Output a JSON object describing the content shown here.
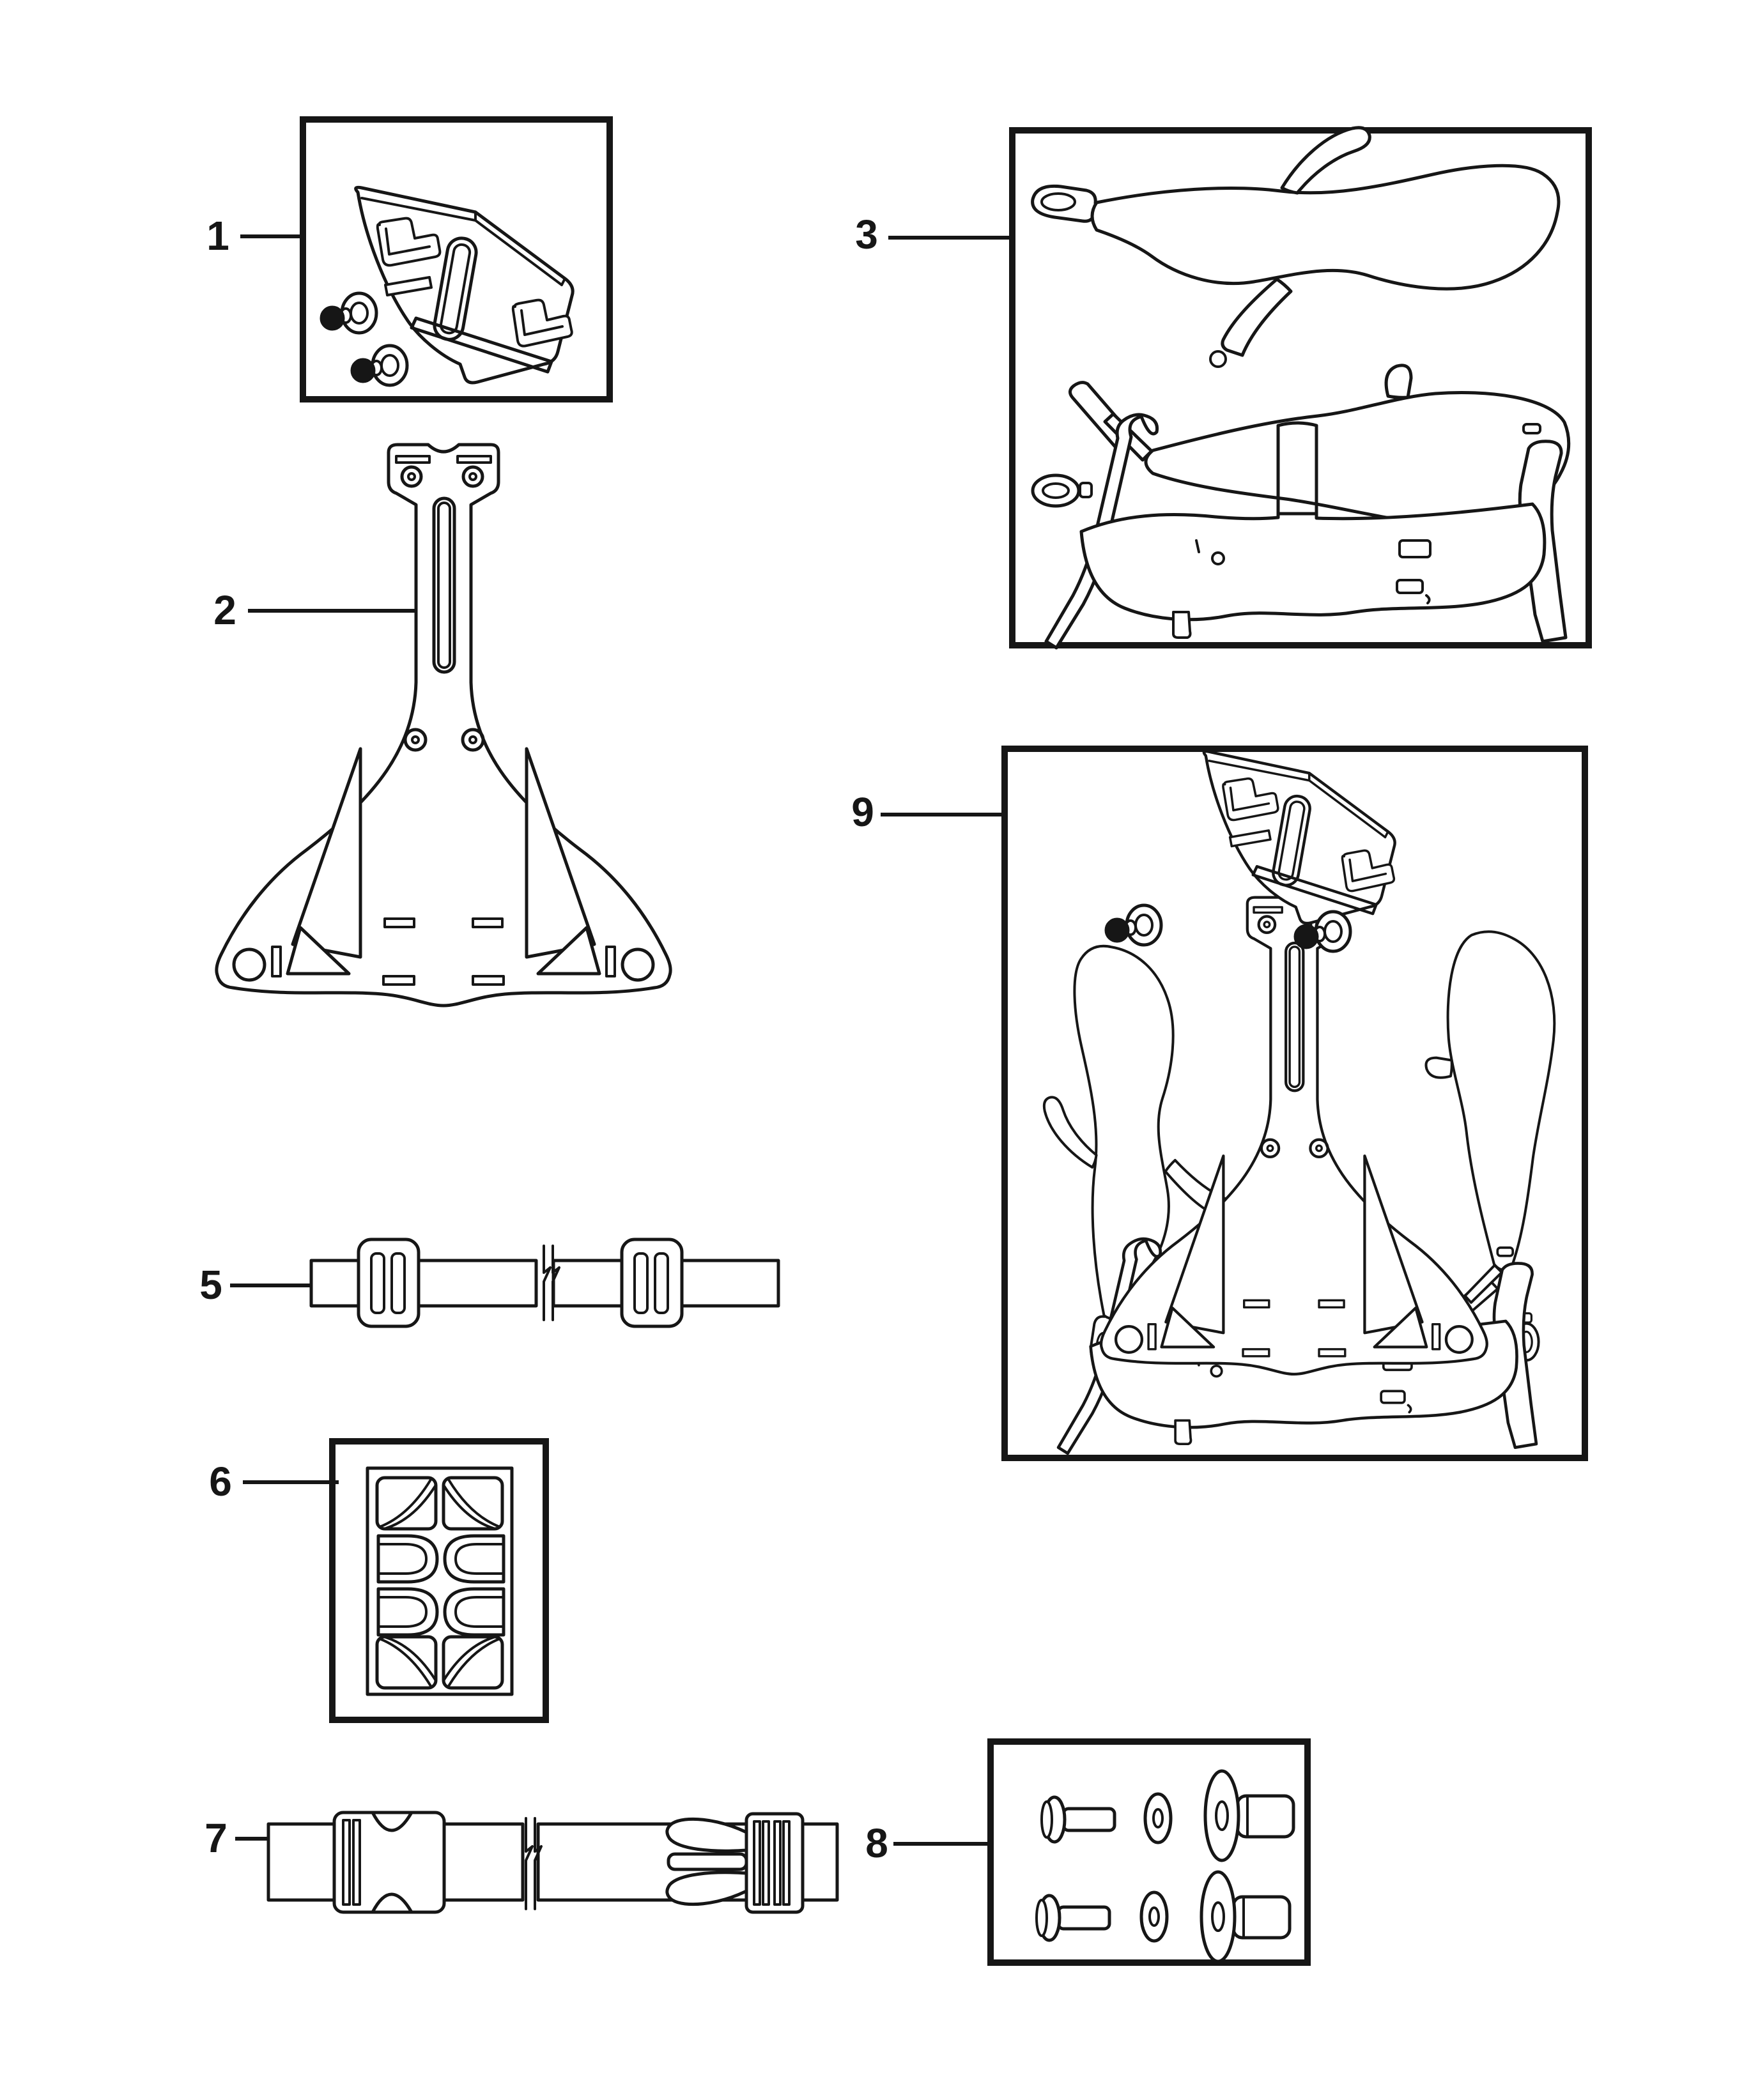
{
  "style": {
    "paper": "#ffffff",
    "ink": "#161616"
  },
  "callouts": {
    "c1": "1",
    "c2": "2",
    "c3": "3",
    "c5": "5",
    "c6": "6",
    "c7": "7",
    "c8": "8",
    "c9": "9"
  }
}
